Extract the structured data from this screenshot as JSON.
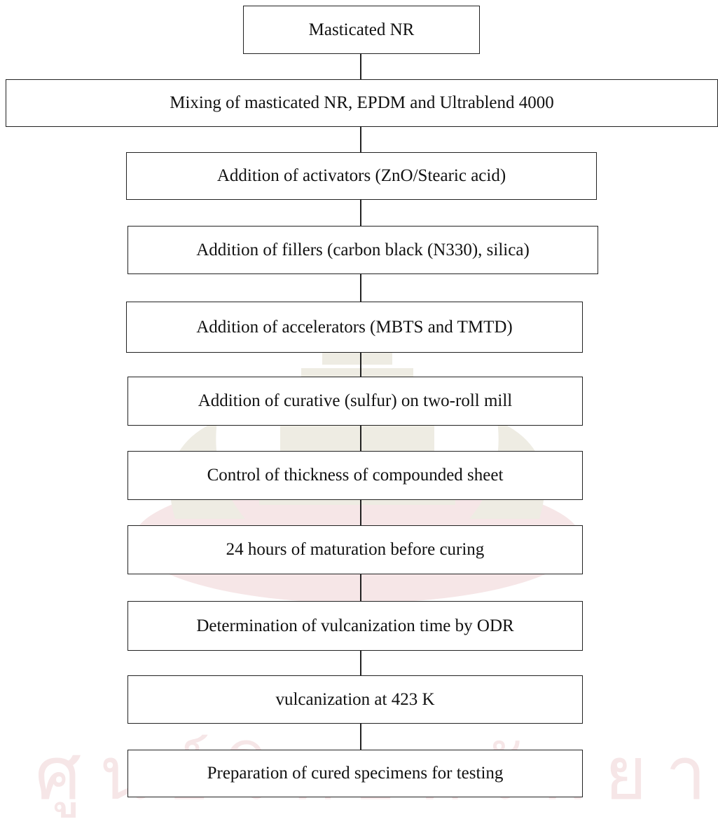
{
  "watermark": {
    "caption": "ศูนย์วิทยทรัพยากร",
    "color": "#b7414b"
  },
  "steps": [
    "Masticated NR",
    "Mixing of masticated NR, EPDM and Ultrablend 4000",
    "Addition of activators (ZnO/Stearic acid)",
    "Addition of fillers (carbon black (N330), silica)",
    "Addition of accelerators (MBTS and TMTD)",
    "Addition of curative (sulfur) on two-roll mill",
    "Control of thickness of compounded sheet",
    "24 hours of maturation before curing",
    "Determination of vulcanization time by ODR",
    "vulcanization at 423 K",
    "Preparation of cured specimens for testing"
  ]
}
